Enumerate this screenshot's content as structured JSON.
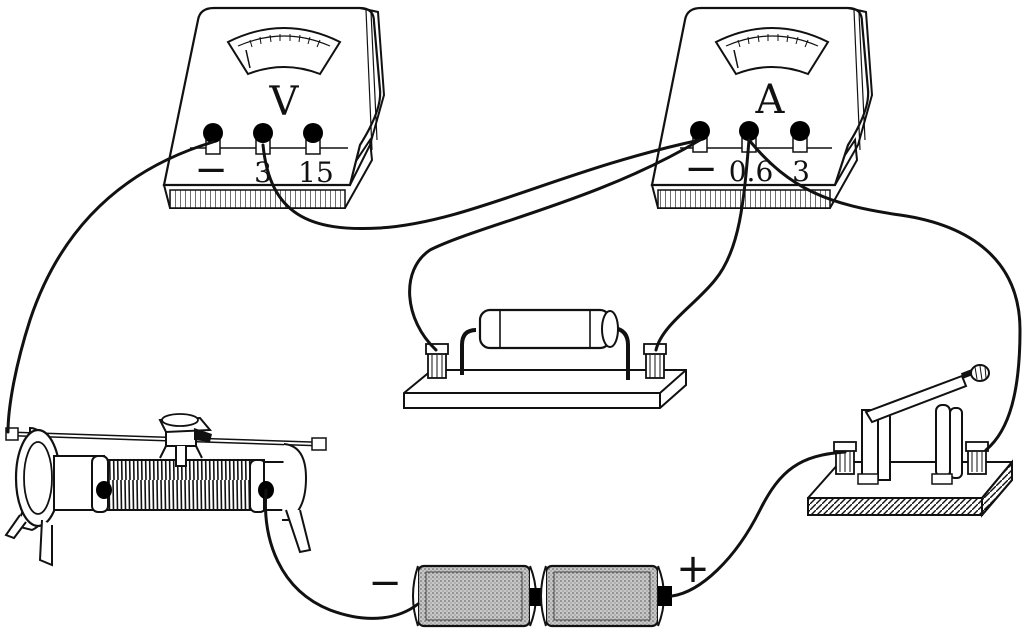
{
  "voltmeter": {
    "symbol": "V",
    "terminals": [
      "−",
      "3",
      "15"
    ]
  },
  "ammeter": {
    "symbol": "A",
    "terminals": [
      "−",
      "0.6",
      "3"
    ]
  },
  "battery": {
    "negative_mark": "−",
    "positive_mark": "+"
  },
  "colors": {
    "ink": "#111111",
    "paper": "#ffffff",
    "battery_fill": "#9a9a9a",
    "terminal_black": "#000000"
  }
}
